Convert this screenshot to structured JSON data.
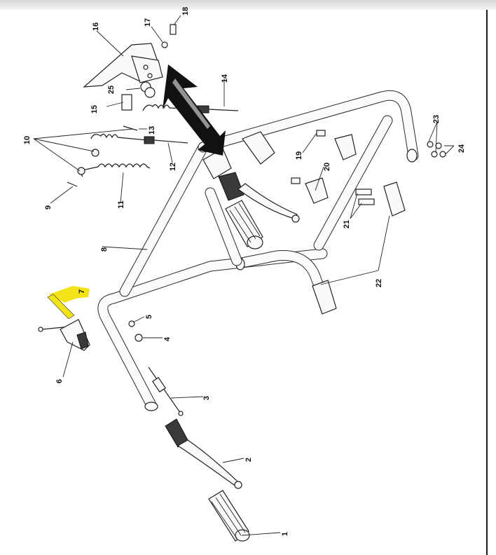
{
  "diagram": {
    "labels": [
      "1",
      "2",
      "3",
      "4",
      "5",
      "6",
      "7",
      "8",
      "9",
      "10",
      "11",
      "12",
      "13",
      "14",
      "15",
      "16",
      "17",
      "18",
      "19",
      "20",
      "21",
      "22",
      "23",
      "24",
      "25"
    ],
    "highlight_color": "#f2e318",
    "arrow_color": "#111111",
    "line_color": "#222222"
  }
}
